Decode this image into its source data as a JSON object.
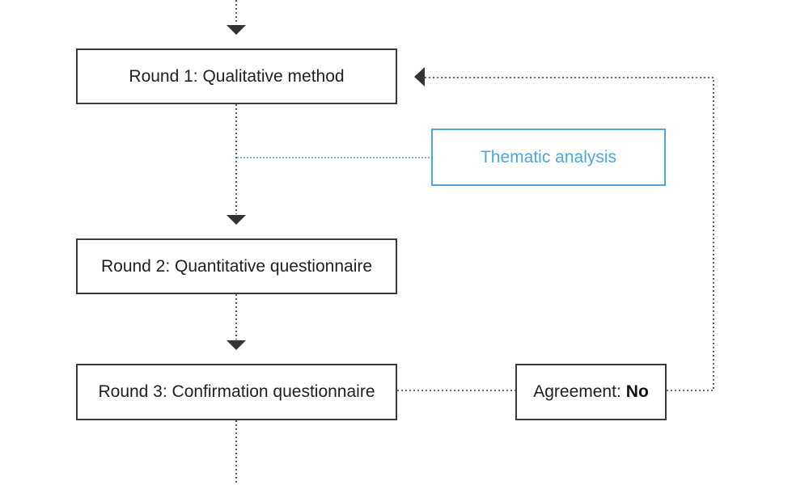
{
  "nodes": {
    "round_1": "Round 1: Qualitative method",
    "thematic_analysis": "Thematic analysis",
    "round_2": "Round 2: Quantitative questionnaire",
    "round_3": "Round 3: Confirmation questionnaire",
    "agreement_label": "Agreement:",
    "agreement_value": "No"
  },
  "colors": {
    "line": "#3a3a3a",
    "accent": "#4aa8dc",
    "arrow": "#333333"
  }
}
